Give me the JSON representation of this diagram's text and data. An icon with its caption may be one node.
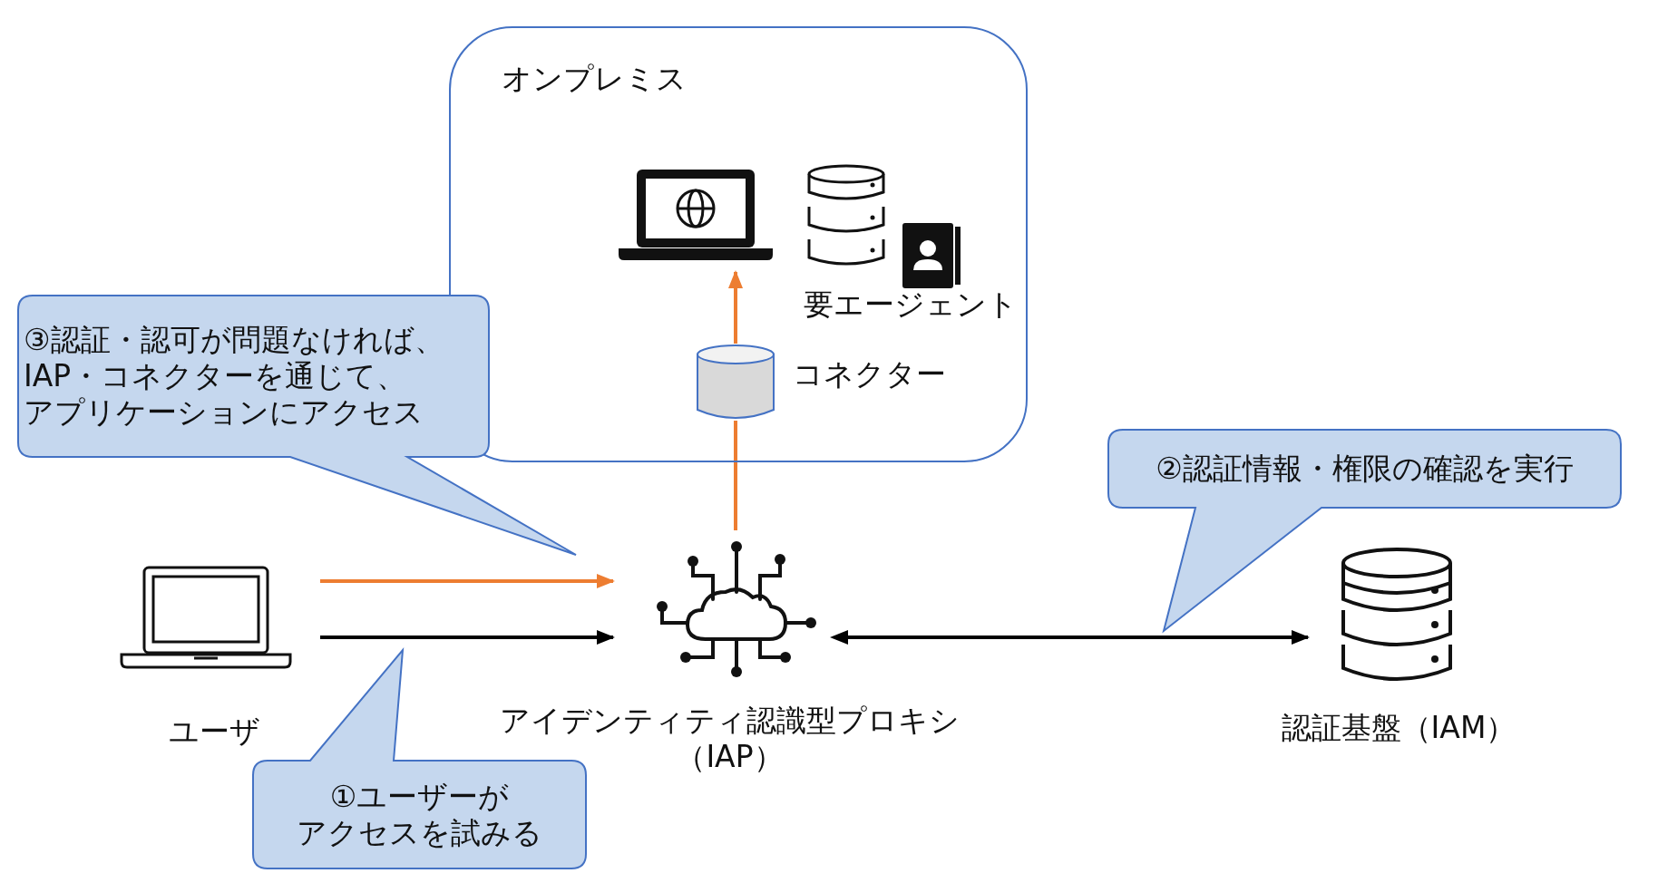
{
  "diagram": {
    "nodes": [
      {
        "text": [
          "オンプレミス"
        ]
      },
      {
        "text": [],
        "shape": "picture",
        "in": 0
      },
      {
        "text": [
          "要エージェント"
        ],
        "in": 0
      },
      {
        "text": [],
        "shape": "cylinder",
        "beside": [
          "コネクター"
        ],
        "in": 0
      },
      {
        "text": [
          "ユーザ"
        ]
      },
      {
        "text": [
          "アイデンティティ認識型プロキシ（IAP）"
        ]
      },
      {
        "text": [
          "認証基盤（IAM）"
        ]
      },
      {
        "text": [
          "③認証・認可が問題なければ、IAP・コネクターを通じて、アプリケーションにアクセス"
        ]
      },
      {
        "text": [
          "②認証情報・権限の確認を実行"
        ]
      },
      {
        "text": [
          "①ユーザーがアクセスを試みる"
        ]
      }
    ],
    "edges": [
      {
        "from": 4,
        "to": 5,
        "arrow": "to",
        "color": "#ed7d31"
      },
      {
        "from": 4,
        "to": 5,
        "arrow": "to",
        "color": "#000000"
      },
      {
        "from": 5,
        "to": 6,
        "arrow": "both",
        "color": "#000000"
      },
      {
        "from": 5,
        "to": 3,
        "arrow": "none",
        "color": "#ed7d31"
      },
      {
        "from": 3,
        "to": 1,
        "arrow": "to",
        "color": "#ed7d31"
      }
    ]
  }
}
